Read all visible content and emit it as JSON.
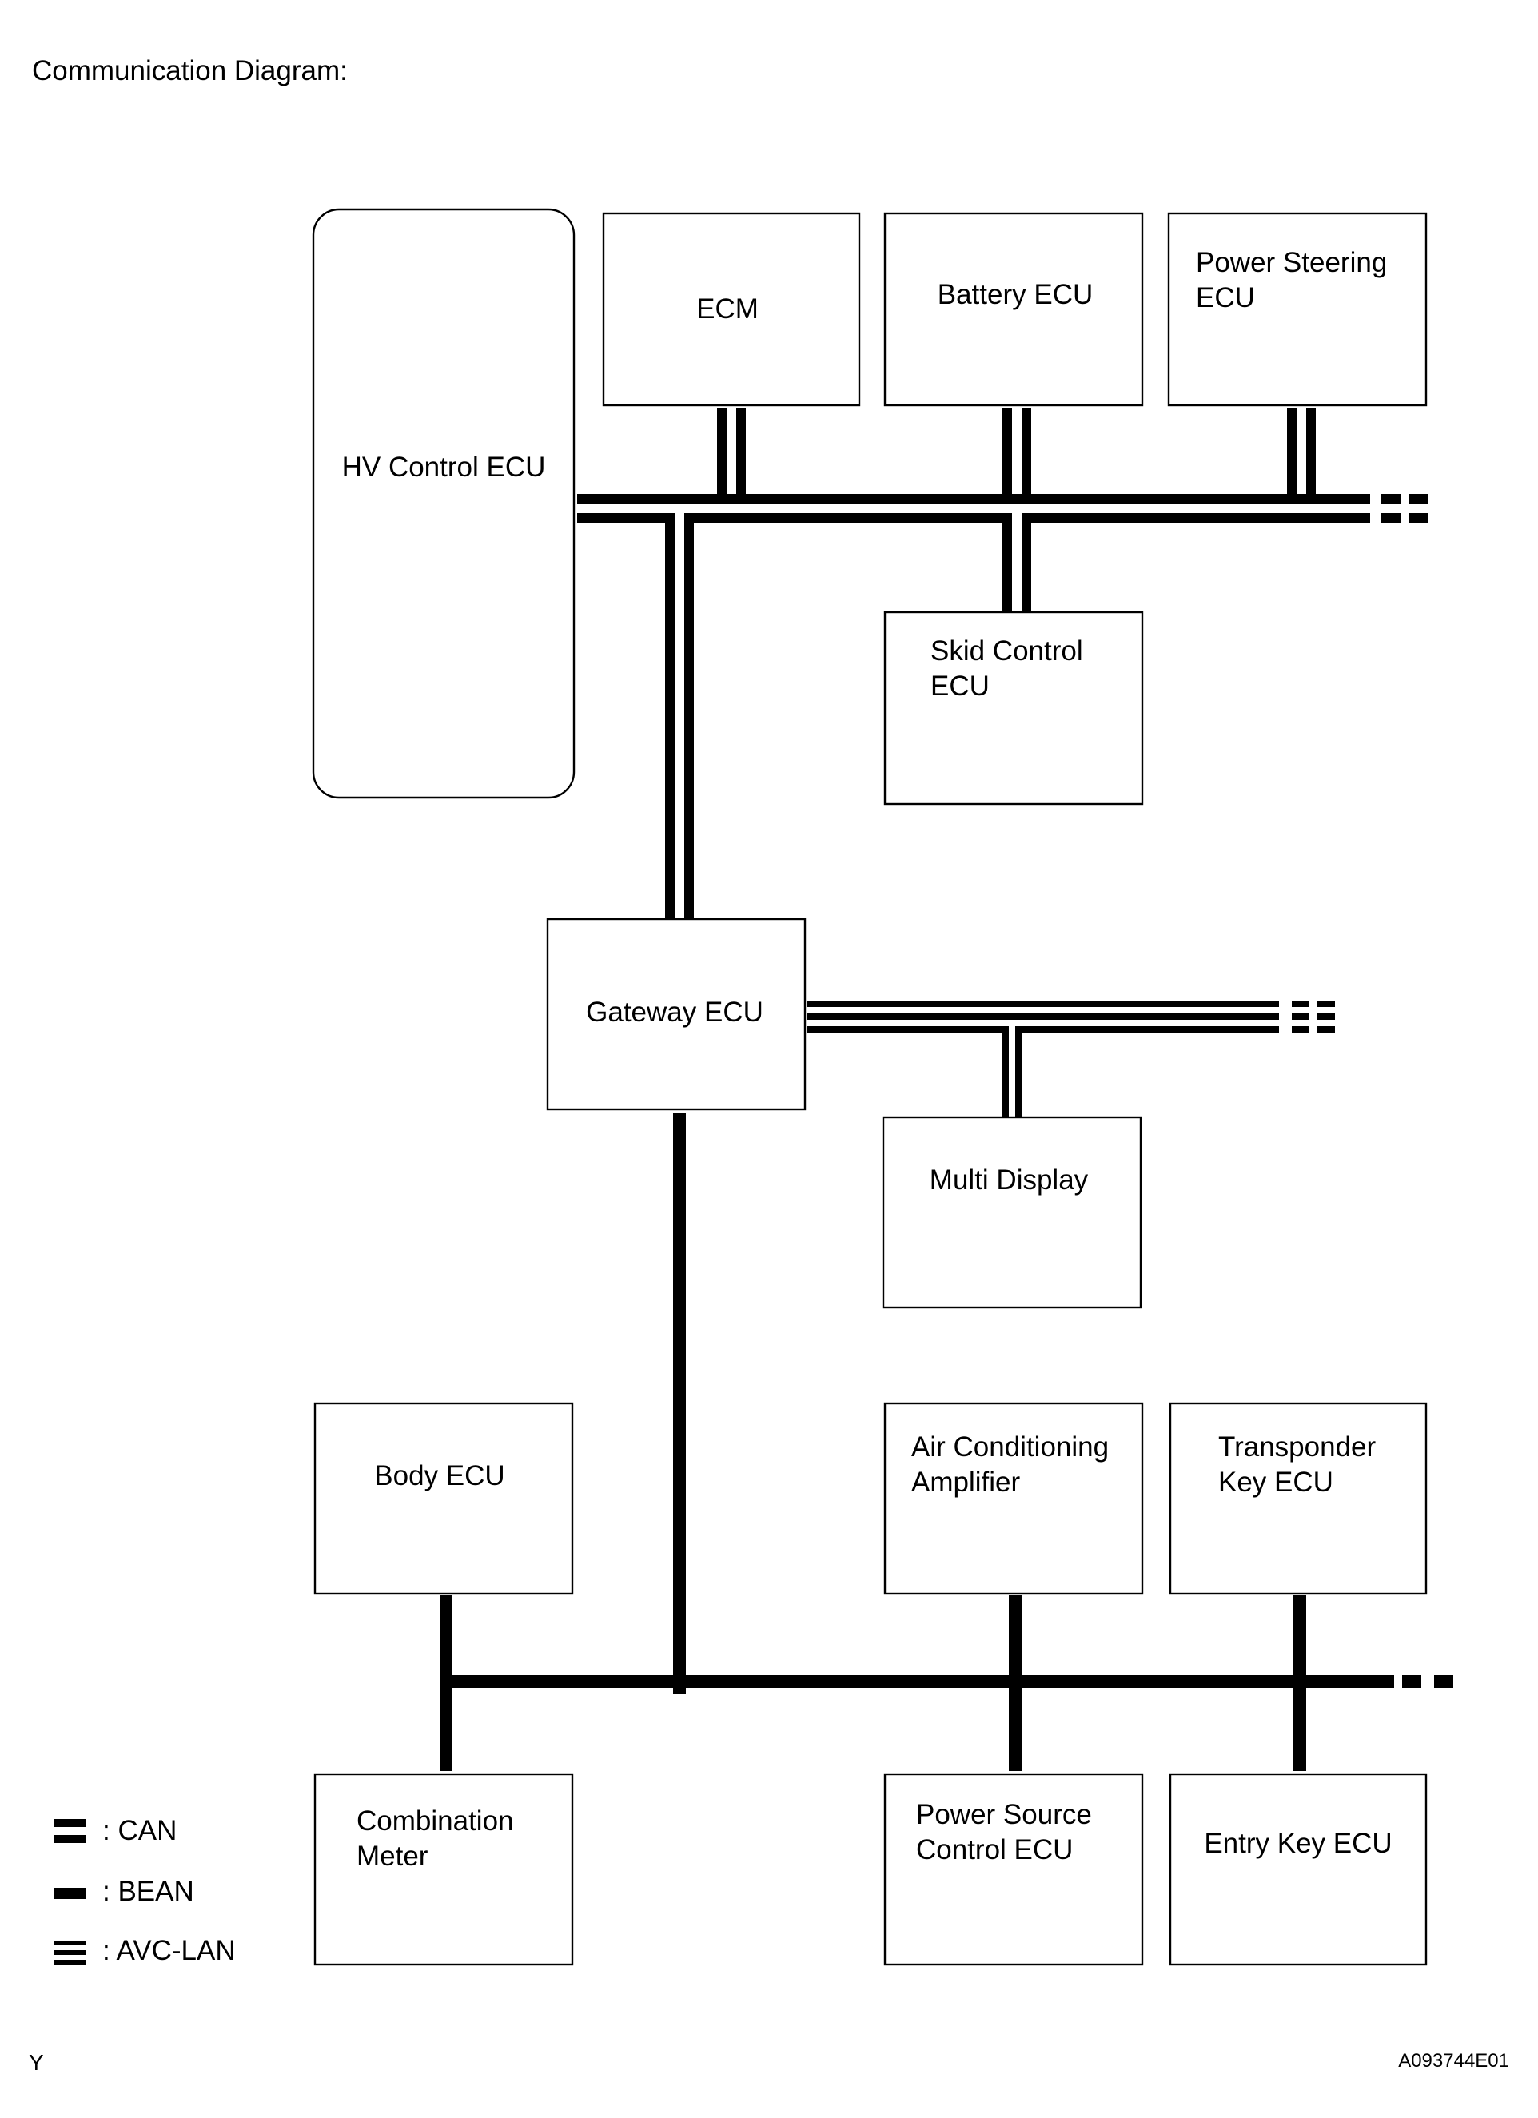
{
  "title": "Communication Diagram:",
  "ecus": {
    "hv_control": "HV Control ECU",
    "ecm": "ECM",
    "battery": "Battery ECU",
    "power_steering": [
      "Power Steering",
      "ECU"
    ],
    "skid_control": [
      "Skid Control",
      "ECU"
    ],
    "gateway": "Gateway ECU",
    "multi_display": "Multi Display",
    "body": "Body ECU",
    "air_conditioning": [
      "Air Conditioning",
      "Amplifier"
    ],
    "transponder_key": [
      "Transponder",
      "Key ECU"
    ],
    "combination_meter": [
      "Combination",
      "Meter"
    ],
    "power_source_control": [
      "Power Source",
      "Control ECU"
    ],
    "entry_key": "Entry Key ECU"
  },
  "legend": [
    {
      "key": "can",
      "label": ": CAN"
    },
    {
      "key": "bean",
      "label": ": BEAN"
    },
    {
      "key": "avc_lan",
      "label": ": AVC-LAN"
    }
  ],
  "footer": {
    "left": "Y",
    "right": "A093744E01"
  }
}
